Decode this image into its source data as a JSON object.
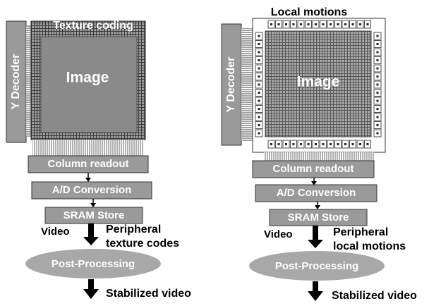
{
  "left": {
    "decoder": "Y Decoder",
    "pixel_label": "Texture coding",
    "image": "Image",
    "column": "Column readout",
    "adc": "A/D Conversion",
    "sram": "SRAM Store",
    "video": "Video",
    "peripheral_1": "Peripheral",
    "peripheral_2": "texture codes",
    "post": "Post-Processing",
    "stabilized": "Stabilized video"
  },
  "right": {
    "top_label": "Local motions",
    "decoder": "Y Decoder",
    "image": "Image",
    "column": "Column readout",
    "adc": "A/D Conversion",
    "sram": "SRAM Store",
    "video": "Video",
    "peripheral_1": "Peripheral",
    "peripheral_2": "local motions",
    "post": "Post-Processing",
    "stabilized": "Stabilized video"
  },
  "colors": {
    "block": "#9a9a9a",
    "block_border": "#333333",
    "ellipse": "#a8a8a8",
    "array": "#7f7f7f",
    "text_light": "#ffffff",
    "text_dark": "#000000"
  }
}
